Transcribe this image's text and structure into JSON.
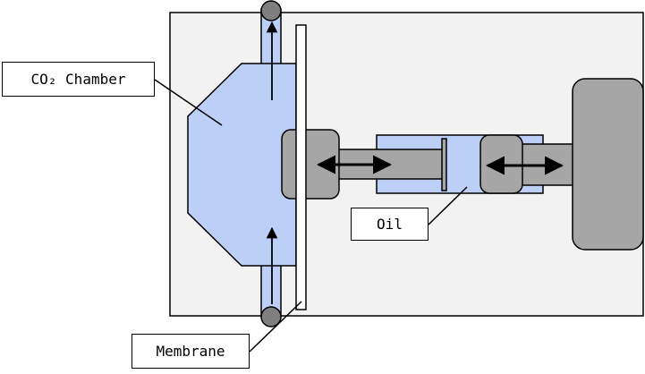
{
  "labels": {
    "co2_chamber": "CO₂ Chamber",
    "oil": "Oil",
    "membrane": "Membrane"
  },
  "colors": {
    "background_panel": "#f2f2f2",
    "chamber_fill": "#bcd0f7",
    "gray_part": "#a6a6a6",
    "outline": "#000000",
    "membrane_fill": "#ffffff"
  }
}
